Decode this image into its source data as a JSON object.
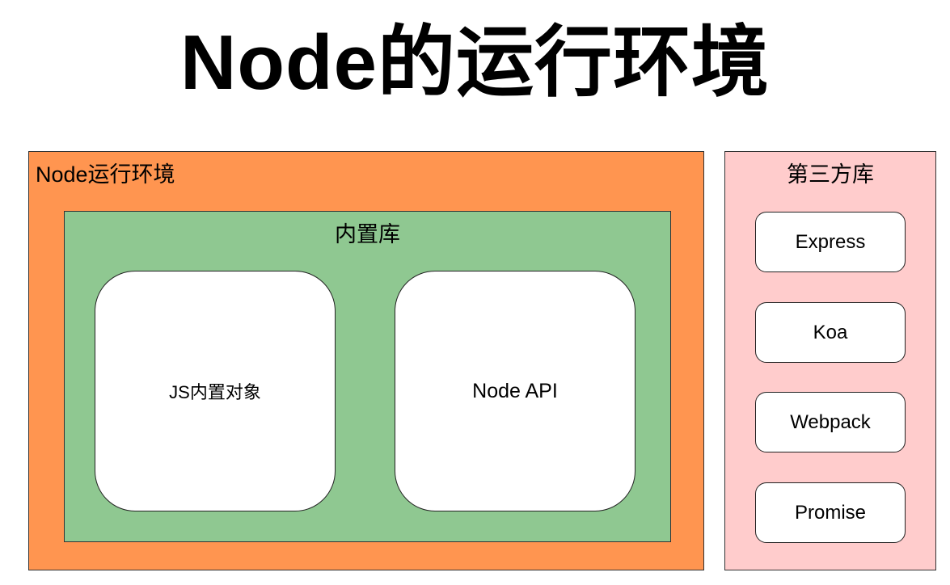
{
  "title": "Node的运行环境",
  "runtime": {
    "label": "Node运行环境",
    "color": "#FF9550",
    "builtin": {
      "label": "内置库",
      "color": "#8FC891",
      "items": [
        {
          "label": "JS内置对象"
        },
        {
          "label": "Node API"
        }
      ]
    }
  },
  "third_party": {
    "label": "第三方库",
    "color": "#FFCCCC",
    "items": [
      {
        "label": "Express"
      },
      {
        "label": "Koa"
      },
      {
        "label": "Webpack"
      },
      {
        "label": "Promise"
      }
    ]
  }
}
